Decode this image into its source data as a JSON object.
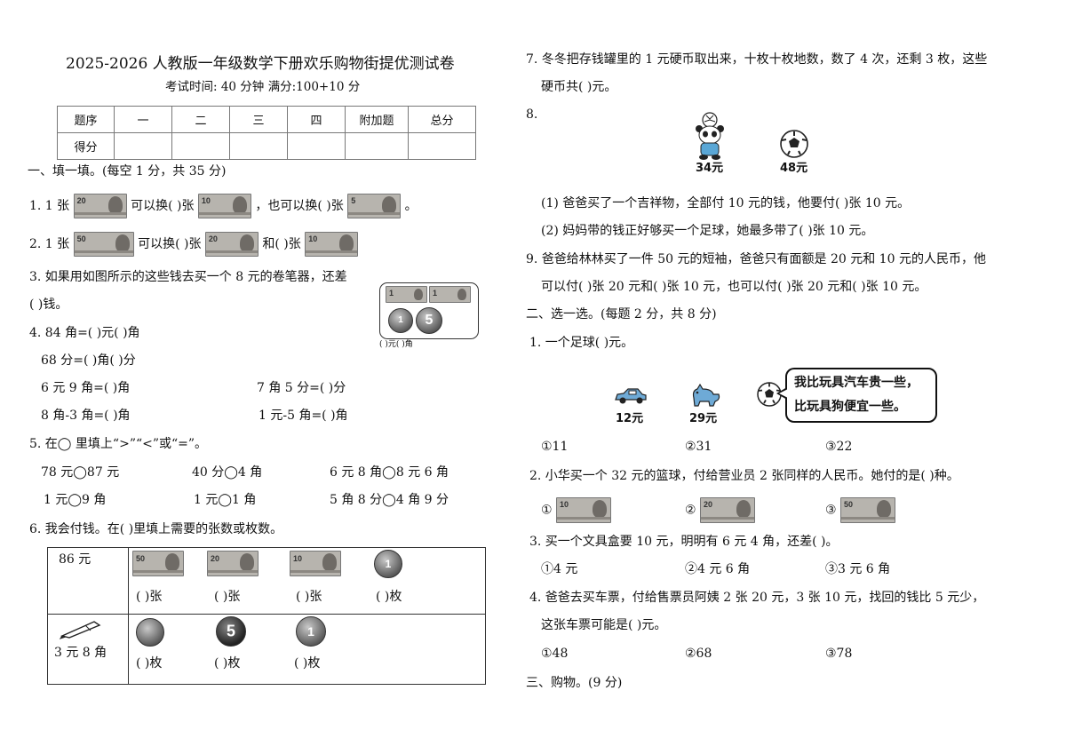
{
  "header": {
    "title": "2025-2026 人教版一年级数学下册欢乐购物街提优测试卷",
    "subtitle": "考试时间: 40 分钟   满分:100+10 分"
  },
  "score_table": {
    "headers": [
      "题序",
      "一",
      "二",
      "三",
      "四",
      "附加题",
      "总分"
    ],
    "row_label": "得分"
  },
  "section1": {
    "heading": "一、填一填。(每空 1 分，共 35 分)",
    "q1": {
      "a": "1. 1 张",
      "b": "可以换(      )张",
      "c": "，也可以换(      )张",
      "d": "。"
    },
    "q2": {
      "a": "2. 1 张",
      "b": "可以换(      )张",
      "c": "和(      )张"
    },
    "q3": {
      "line1": "3. 如果用如图所示的这些钱去买一个 8 元的卷笔器，还差",
      "line2": "(      )钱。",
      "caption": "(    )元(    )角"
    },
    "q4": {
      "l1": "4. 84 角=(      )元(      )角",
      "l2": "68 分=(      )角(      )分",
      "l3a": "6 元 9 角=(      )角",
      "l3b": "7 角 5 分=(      )分",
      "l4a": "8 角-3 角=(      )角",
      "l4b": "1 元-5 角=(      )角"
    },
    "q5": {
      "heading": "5. 在◯ 里填上“>”“<”或“=”。",
      "r1": [
        "78 元◯87 元",
        "40 分◯4 角",
        "6 元 8 角◯8 元 6 角"
      ],
      "r2": [
        "1 元◯9 角",
        "1 元◯1 角",
        "5 角 8 分◯4 角 9 分"
      ]
    },
    "q6": {
      "heading": "6. 我会付钱。在(      )里填上需要的张数或枚数。",
      "row1_price": "86 元",
      "row1_blanks": [
        "(      )张",
        "(      )张",
        "(      )张",
        "(      )枚"
      ],
      "row2_price": "3 元 8 角",
      "row2_blanks": [
        "(      )枚",
        "(      )枚",
        "(      )枚"
      ]
    },
    "q7": {
      "line1": "7. 冬冬把存钱罐里的 1 元硬币取出来，十枚十枚地数，数了 4 次，还剩 3 枚，这些",
      "line2": "硬币共(      )元。"
    },
    "q8": {
      "label": "8.",
      "items": [
        {
          "icon": "panda-mascot-icon",
          "price": "34元"
        },
        {
          "icon": "soccer-ball-icon",
          "price": "48元"
        }
      ],
      "s1": "(1) 爸爸买了一个吉祥物，全部付 10 元的钱，他要付(      )张 10 元。",
      "s2": "(2) 妈妈带的钱正好够买一个足球，她最多带了(      )张 10 元。"
    },
    "q9": {
      "line1": "9. 爸爸给林林买了一件 50 元的短袖，爸爸只有面额是 20 元和  10 元的人民币，他",
      "line2": "可以付(      )张 20 元和(      )张 10 元，也可以付(      )张 20 元和(      )张 10 元。"
    }
  },
  "section2": {
    "heading": "二、选一选。(每题 2 分，共 8 分)",
    "q1": {
      "text": "1. 一个足球(      )元。",
      "toys": [
        {
          "icon": "toy-car-icon",
          "price": "12元"
        },
        {
          "icon": "toy-dog-icon",
          "price": "29元"
        }
      ],
      "bubble1": "我比玩具汽车贵一些，",
      "bubble2": "比玩具狗便宜一些。",
      "options": [
        "①11",
        "②31",
        "③22"
      ]
    },
    "q2": {
      "text": "2. 小华买一个 32 元的篮球，付给营业员 2 张同样的人民币。她付的是(      )种。",
      "options": [
        "①",
        "②",
        "③"
      ],
      "notes": [
        "10",
        "20",
        "50"
      ]
    },
    "q3": {
      "text": "3. 买一个文具盒要 10 元，明明有 6 元 4 角，还差(      )。",
      "options": [
        "①4 元",
        "②4 元 6 角",
        "③3 元 6 角"
      ]
    },
    "q4": {
      "line1": "4. 爸爸去买车票，付给售票员阿姨 2 张 20 元，3 张 10 元，找回的钱比 5 元少，",
      "line2": "这张车票可能是(      )元。",
      "options": [
        "①48",
        "②68",
        "③78"
      ]
    }
  },
  "section3": {
    "heading": "三、购物。(9 分)"
  },
  "notes": {
    "n20": "20",
    "n10": "10",
    "n5": "5",
    "n50": "50",
    "n1": "1"
  },
  "colors": {
    "note_gray": "#b7b4ae",
    "ink": "#111111"
  }
}
